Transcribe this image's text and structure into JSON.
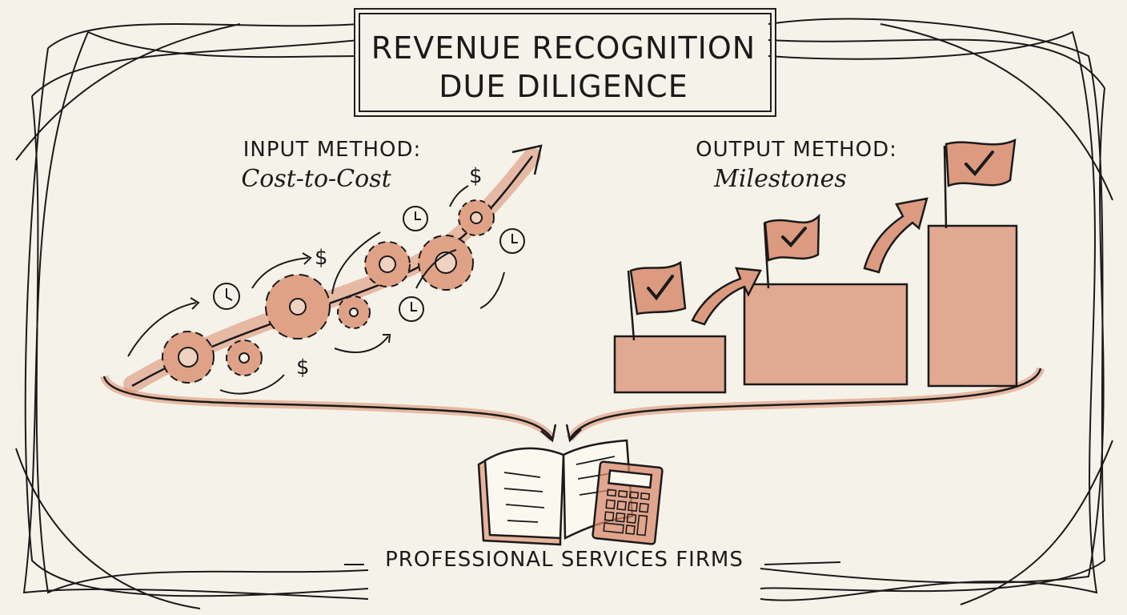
{
  "title": {
    "line1": "REVENUE RECOGNITION",
    "line2": "DUE DILIGENCE"
  },
  "input_method": {
    "heading": "INPUT METHOD:",
    "subheading": "Cost-to-Cost",
    "icons": [
      "gear-icon",
      "clock-icon",
      "dollar-icon",
      "trend-arrow-icon"
    ],
    "dollar_symbol": "$"
  },
  "output_method": {
    "heading": "OUTPUT METHOD:",
    "subheading": "Milestones",
    "milestones": [
      {
        "label": "milestone-1",
        "check": "✓"
      },
      {
        "label": "milestone-2",
        "check": "✓"
      },
      {
        "label": "milestone-3",
        "check": "✓"
      }
    ]
  },
  "footer": {
    "label": "PROFESSIONAL SERVICES FIRMS",
    "icons": [
      "book-icon",
      "calculator-icon"
    ]
  },
  "colors": {
    "paper": "#f5f2e9",
    "ink": "#1a1a1a",
    "wash": "#d98a6c",
    "wash_light": "#e8b39d"
  }
}
